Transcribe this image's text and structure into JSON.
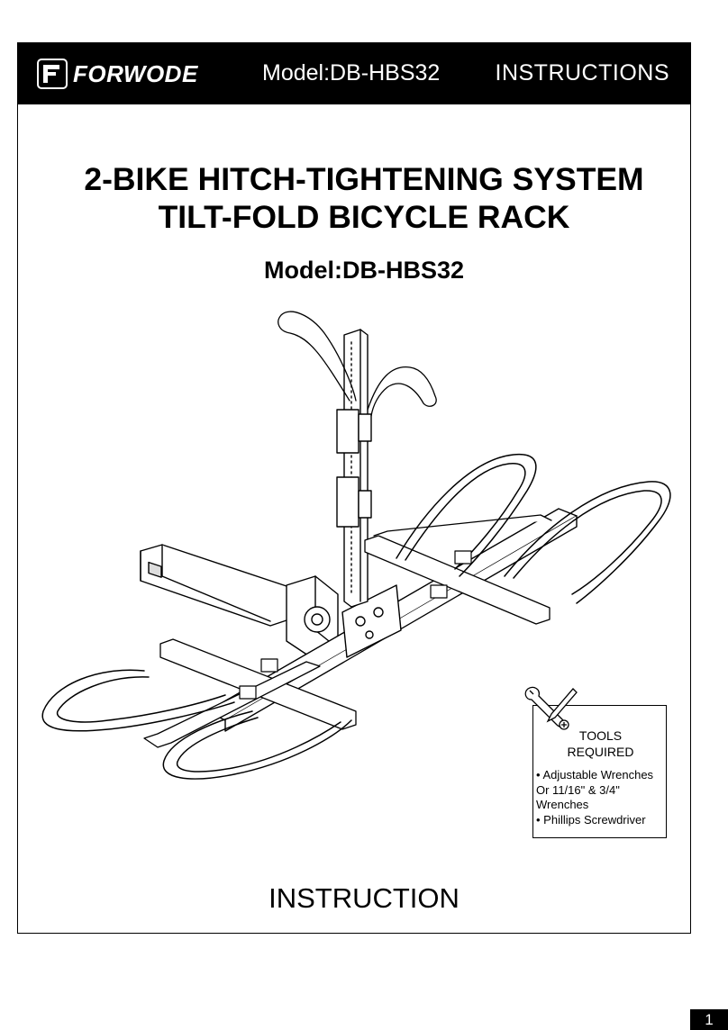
{
  "header": {
    "brand": "FORWODE",
    "model": "Model:DB-HBS32",
    "label": "INSTRUCTIONS"
  },
  "title_line1": "2-BIKE HITCH-TIGHTENING SYSTEM",
  "title_line2": "TILT-FOLD BICYCLE RACK",
  "subtitle": "Model:DB-HBS32",
  "tools": {
    "title_line1": "TOOLS",
    "title_line2": "REQUIRED",
    "items": [
      "• Adjustable Wrenches",
      "Or 11/16\" & 3/4\"",
      "Wrenches",
      "• Phillips Screwdriver"
    ]
  },
  "footer_title": "INSTRUCTION",
  "page_number": "1"
}
